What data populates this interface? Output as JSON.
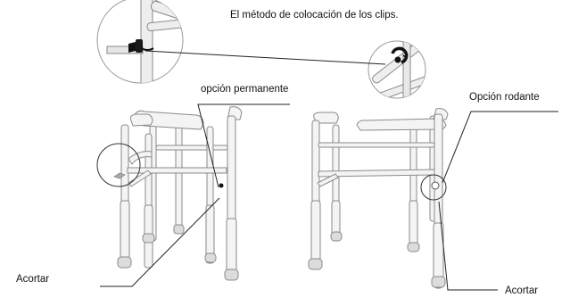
{
  "labels": {
    "title": "El método de colocación de los clips.",
    "permanent": "opción permanente",
    "rolling": "Opción rodante",
    "shorten_left": "Acortar",
    "shorten_right": "Acortar"
  },
  "colors": {
    "frame_fill": "#f4f4f4",
    "frame_outline": "#8a8a8a",
    "leader_line": "#222222",
    "clip": "#111111"
  }
}
